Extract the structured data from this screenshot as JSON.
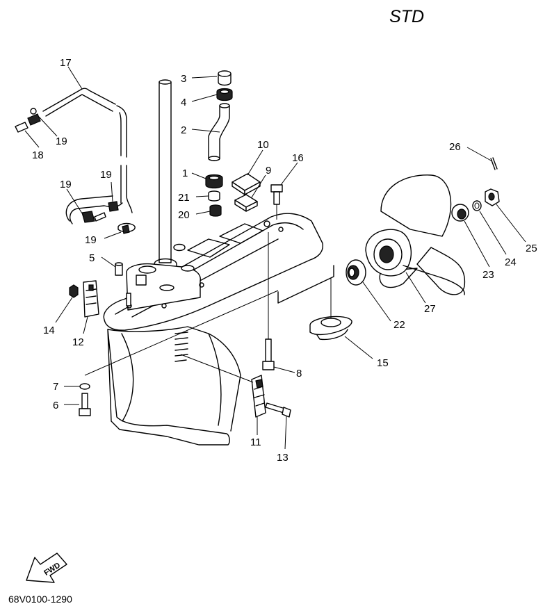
{
  "diagram": {
    "title": "STD",
    "drawing_code": "68V0100-1290",
    "direction_badge": "FWD",
    "callouts": [
      {
        "id": "c1",
        "label": "1"
      },
      {
        "id": "c2",
        "label": "2"
      },
      {
        "id": "c3",
        "label": "3"
      },
      {
        "id": "c4",
        "label": "4"
      },
      {
        "id": "c5",
        "label": "5"
      },
      {
        "id": "c6",
        "label": "6"
      },
      {
        "id": "c7",
        "label": "7"
      },
      {
        "id": "c8",
        "label": "8"
      },
      {
        "id": "c9",
        "label": "9"
      },
      {
        "id": "c10",
        "label": "10"
      },
      {
        "id": "c11",
        "label": "11"
      },
      {
        "id": "c12",
        "label": "12"
      },
      {
        "id": "c13",
        "label": "13"
      },
      {
        "id": "c14",
        "label": "14"
      },
      {
        "id": "c15",
        "label": "15"
      },
      {
        "id": "c16",
        "label": "16"
      },
      {
        "id": "c17",
        "label": "17"
      },
      {
        "id": "c18",
        "label": "18"
      },
      {
        "id": "c19a",
        "label": "19"
      },
      {
        "id": "c19b",
        "label": "19"
      },
      {
        "id": "c19c",
        "label": "19"
      },
      {
        "id": "c19d",
        "label": "19"
      },
      {
        "id": "c20",
        "label": "20"
      },
      {
        "id": "c21",
        "label": "21"
      },
      {
        "id": "c22",
        "label": "22"
      },
      {
        "id": "c23",
        "label": "23"
      },
      {
        "id": "c24",
        "label": "24"
      },
      {
        "id": "c25",
        "label": "25"
      },
      {
        "id": "c26",
        "label": "26"
      },
      {
        "id": "c27",
        "label": "27"
      }
    ]
  }
}
